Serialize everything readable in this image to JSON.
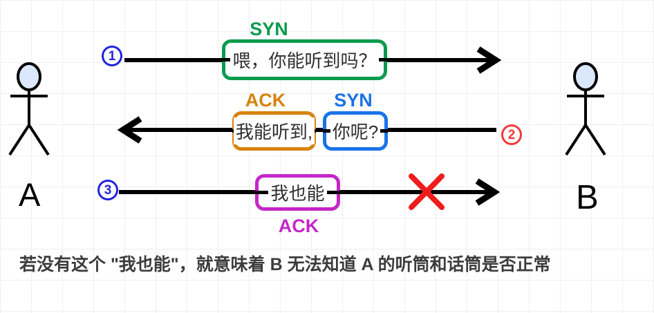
{
  "diagram": {
    "title_hint": "three-way handshake phone-call analogy",
    "actors": {
      "left": "A",
      "right": "B"
    },
    "step1": {
      "badge": "1",
      "tag": "SYN",
      "message": "喂，你能听到吗？",
      "direction": "left-to-right"
    },
    "step2": {
      "badge": "2",
      "ack_tag": "ACK",
      "ack_message": "我能听到,",
      "syn_tag": "SYN",
      "syn_message": "你呢?",
      "direction": "right-to-left"
    },
    "step3": {
      "badge": "3",
      "tag": "ACK",
      "message": "我也能",
      "direction": "left-to-right",
      "delivery": "lost"
    },
    "caption": "若没有这个 \"我也能\"，就意味着 B 无法知道 A 的听筒和话筒是否正常",
    "colors": {
      "syn_green": "#0b9b4e",
      "ack_orange": "#d7830e",
      "syn_blue": "#1a73e8",
      "ack_magenta": "#c426c9",
      "fail_red": "#ee1c1c",
      "step_badge_blue": "#2023dd",
      "step_badge_red": "#f23a3a",
      "arrow_black": "#000000",
      "head_fill": "#dbe8fb",
      "grid_line": "#efefef",
      "caption_text": "#3c3c3c"
    }
  }
}
